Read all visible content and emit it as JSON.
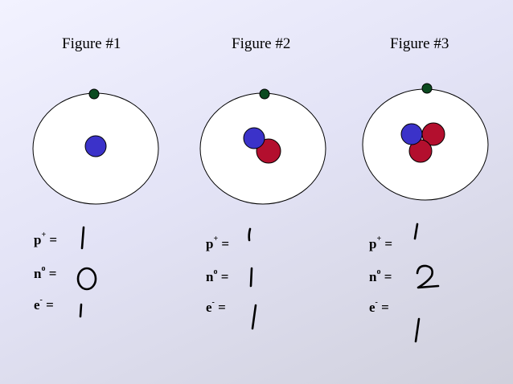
{
  "figures": [
    {
      "title": "Figure #1",
      "labels": {
        "p_main": "p",
        "p_sup": "+",
        "n_main": "n",
        "n_sup": "o",
        "e_main": "e",
        "e_sup": "-",
        "eq": " ="
      },
      "answers": {
        "protons": "1",
        "neutrons": "0",
        "electrons": "1"
      }
    },
    {
      "title": "Figure #2",
      "labels": {
        "p_main": "p",
        "p_sup": "+",
        "n_main": "n",
        "n_sup": "o",
        "e_main": "e",
        "e_sup": "-",
        "eq": " ="
      },
      "answers": {
        "protons": "1",
        "neutrons": "1",
        "electrons": "1"
      }
    },
    {
      "title": "Figure #3",
      "labels": {
        "p_main": "p",
        "p_sup": "+",
        "n_main": "n",
        "n_sup": "o",
        "e_main": "e",
        "e_sup": "-",
        "eq": " ="
      },
      "answers": {
        "protons": "1",
        "neutrons": "2",
        "electrons": "1"
      }
    }
  ],
  "colors": {
    "proton": "#3b32c9",
    "neutron": "#b30f2e",
    "electron": "#0b4a1f",
    "orbit_fill": "#ffffff",
    "ink": "#000000"
  }
}
